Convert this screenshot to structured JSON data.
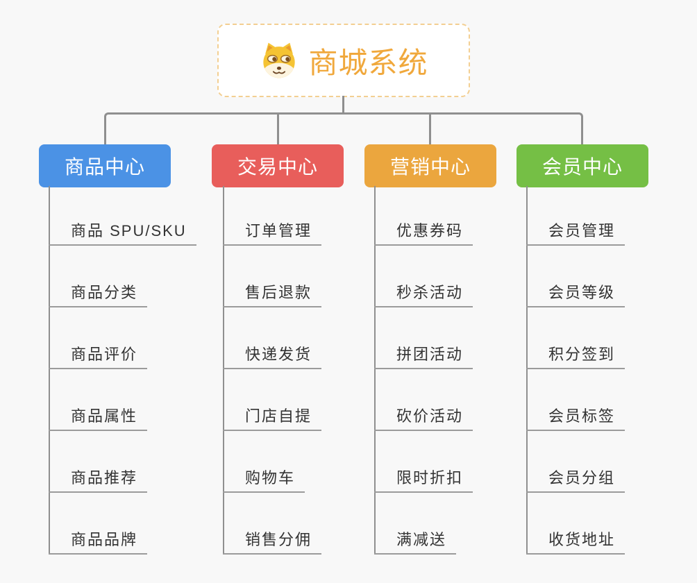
{
  "root": {
    "title": "商城系统",
    "icon": "doge-icon",
    "title_color": "#f0a83c",
    "border_color": "#f3cf92"
  },
  "style": {
    "background": "#f8f8f8",
    "connector_color": "#8f8f8f",
    "subtopic_text_color": "#333333",
    "underline_color": "#9b9b9b"
  },
  "branches": [
    {
      "label": "商品中心",
      "color": "#4b92e5",
      "children": [
        "商品 SPU/SKU",
        "商品分类",
        "商品评价",
        "商品属性",
        "商品推荐",
        "商品品牌"
      ]
    },
    {
      "label": "交易中心",
      "color": "#e85e5b",
      "children": [
        "订单管理",
        "售后退款",
        "快递发货",
        "门店自提",
        "购物车",
        "销售分佣"
      ]
    },
    {
      "label": "营销中心",
      "color": "#eba63e",
      "children": [
        "优惠券码",
        "秒杀活动",
        "拼团活动",
        "砍价活动",
        "限时折扣",
        "满减送"
      ]
    },
    {
      "label": "会员中心",
      "color": "#75bf45",
      "children": [
        "会员管理",
        "会员等级",
        "积分签到",
        "会员标签",
        "会员分组",
        "收货地址"
      ]
    }
  ]
}
